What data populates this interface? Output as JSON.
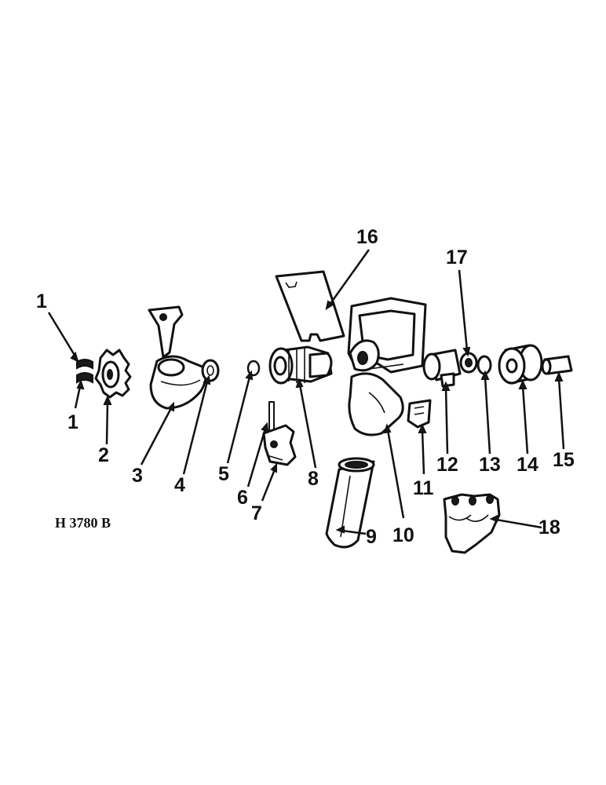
{
  "drawing_code": "H 3780 B",
  "callouts": [
    {
      "id": "c1a",
      "text": "1"
    },
    {
      "id": "c1b",
      "text": "1"
    },
    {
      "id": "c2",
      "text": "2"
    },
    {
      "id": "c3",
      "text": "3"
    },
    {
      "id": "c4",
      "text": "4"
    },
    {
      "id": "c5",
      "text": "5"
    },
    {
      "id": "c6",
      "text": "6"
    },
    {
      "id": "c7",
      "text": "7"
    },
    {
      "id": "c8",
      "text": "8"
    },
    {
      "id": "c9",
      "text": "9"
    },
    {
      "id": "c10",
      "text": "10"
    },
    {
      "id": "c11",
      "text": "11"
    },
    {
      "id": "c12",
      "text": "12"
    },
    {
      "id": "c13",
      "text": "13"
    },
    {
      "id": "c14",
      "text": "14"
    },
    {
      "id": "c15",
      "text": "15"
    },
    {
      "id": "c16",
      "text": "16"
    },
    {
      "id": "c17",
      "text": "17"
    },
    {
      "id": "c18",
      "text": "18"
    }
  ]
}
